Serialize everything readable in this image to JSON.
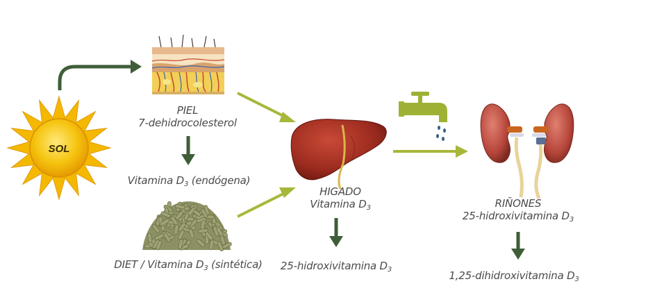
{
  "sun": {
    "label": "SOL"
  },
  "skin": {
    "title": "PIEL",
    "subtitle": "7-dehidrocolesterol"
  },
  "endogenous": {
    "text": "Vitamina D",
    "sub": "3",
    "suffix": " (endógena)"
  },
  "diet": {
    "text": "DIET  / Vitamina D",
    "sub": "3",
    "suffix": " (sintética)"
  },
  "liver": {
    "title": "HIGADO",
    "subtitle_text": "Vitamina D",
    "subtitle_sub": "3"
  },
  "liver_product": {
    "text": "25-hidroxivitamina D",
    "sub": "3"
  },
  "kidneys": {
    "title": "RIÑONES",
    "subtitle_text": "25-hidroxivitamina D",
    "subtitle_sub": "3"
  },
  "kidney_product": {
    "text": "1,25-dihidroxivitamina D",
    "sub": "3"
  },
  "colors": {
    "dark_arrow": "#3e5e38",
    "light_arrow": "#a7b73a",
    "text": "#4a4a4a",
    "sun": "#f2b705",
    "liver": "#9a2a1e",
    "kidney": "#b5453a"
  }
}
